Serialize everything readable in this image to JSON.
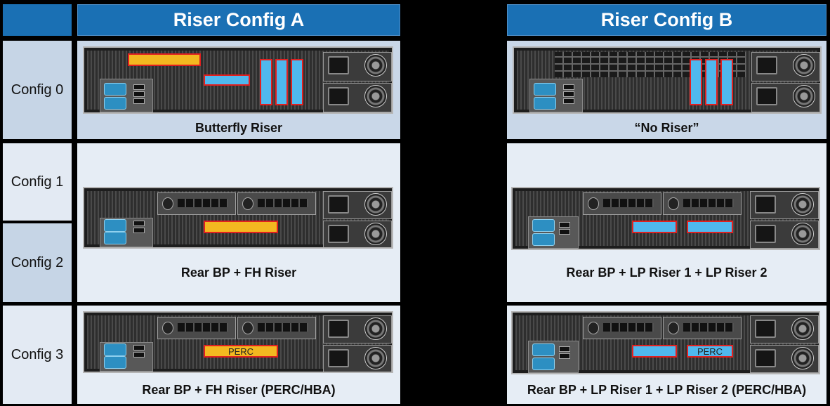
{
  "headers": {
    "config_a": "Riser Config A",
    "config_b": "Riser Config B"
  },
  "row_labels": [
    "Config 0",
    "Config 1",
    "Config 2",
    "Config 3"
  ],
  "captions": {
    "a0": "Butterfly Riser",
    "a12": "Rear BP + FH Riser",
    "a3": "Rear BP + FH Riser (PERC/HBA)",
    "b0": "“No Riser”",
    "b12": "Rear BP + LP Riser 1 + LP Riser 2",
    "b3": "Rear BP + LP Riser 1 + LP Riser 2 (PERC/HBA)"
  },
  "slot_labels": {
    "perc": "PERC"
  },
  "colors": {
    "header_bg": "#1a70b4",
    "fh_riser": "#f3b820",
    "lp_riser": "#4fb8ee",
    "riser_outline": "#e02020"
  }
}
